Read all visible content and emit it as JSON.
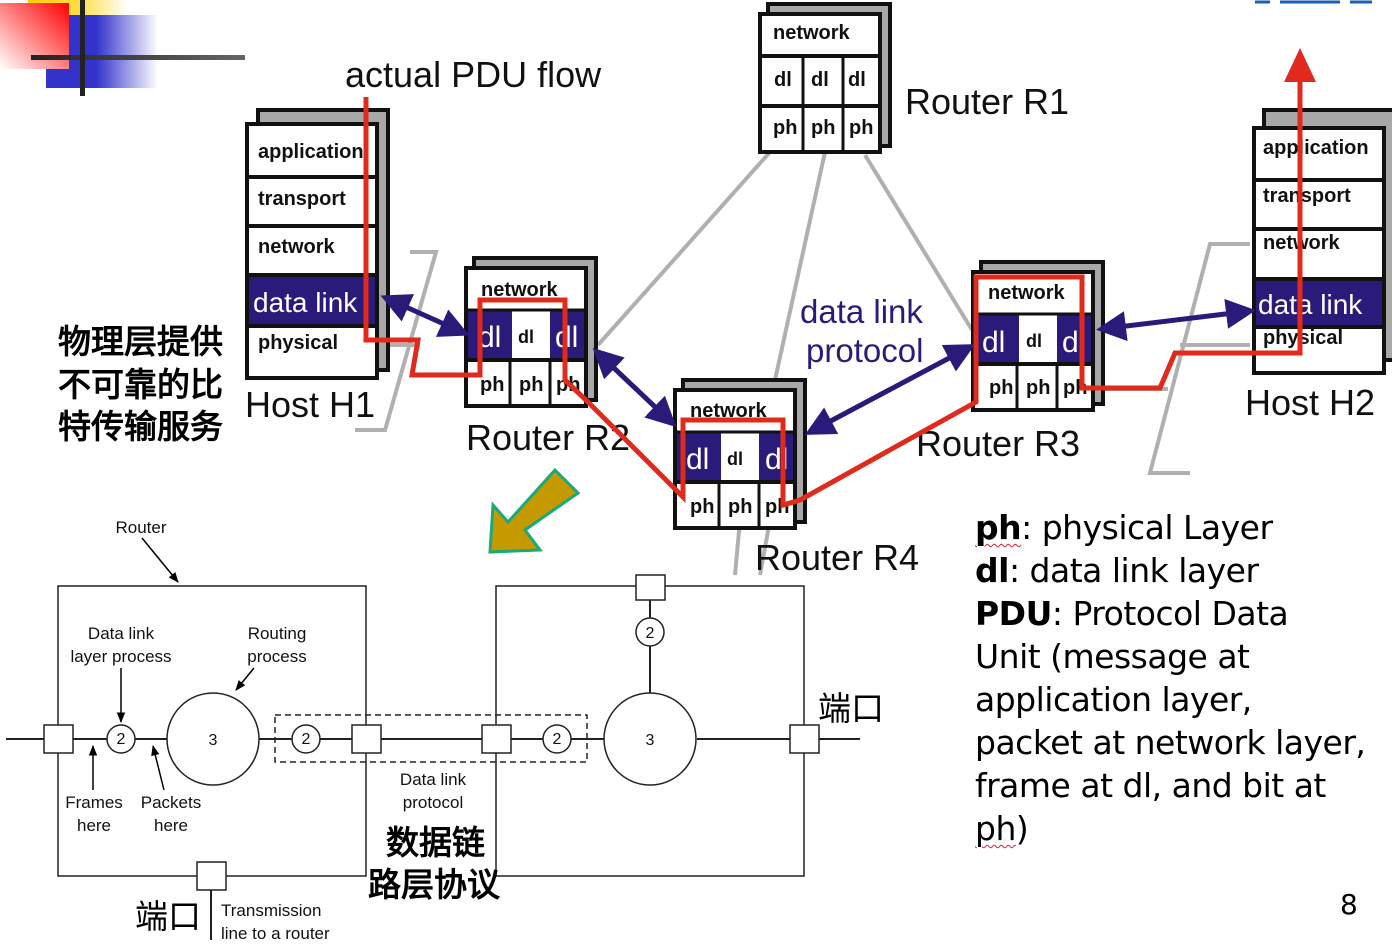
{
  "slide": {
    "page_number": "8",
    "title_annotation": "actual PDU flow",
    "protocol_label_line1": "data link",
    "protocol_label_line2": "protocol",
    "cn_physical_note": [
      "物理层提供",
      "不可靠的比",
      "特传输服务"
    ],
    "cn_dl_protocol_note": [
      "数据链",
      "路层协议"
    ],
    "cn_port": "端口"
  },
  "hosts": [
    {
      "id": "h1",
      "name": "Host H1",
      "layers": [
        "application",
        "transport",
        "network",
        "data link",
        "physical"
      ]
    },
    {
      "id": "h2",
      "name": "Host H2",
      "layers": [
        "application",
        "transport",
        "network",
        "data link",
        "physical"
      ]
    }
  ],
  "routers": [
    {
      "id": "r1",
      "name": "Router R1",
      "network": "network",
      "dl": [
        "dl",
        "dl",
        "dl"
      ],
      "ph": [
        "ph",
        "ph",
        "ph"
      ]
    },
    {
      "id": "r2",
      "name": "Router R2",
      "network": "network",
      "dl": [
        "dl",
        "dl",
        "dl"
      ],
      "ph": [
        "ph",
        "ph",
        "ph"
      ]
    },
    {
      "id": "r3",
      "name": "Router R3",
      "network": "network",
      "dl": [
        "dl",
        "dl",
        "dl"
      ],
      "ph": [
        "ph",
        "ph",
        "ph"
      ]
    },
    {
      "id": "r4",
      "name": "Router R4",
      "network": "network",
      "dl": [
        "dl",
        "dl",
        "dl"
      ],
      "ph": [
        "ph",
        "ph",
        "ph"
      ]
    }
  ],
  "lower_diagram": {
    "router_label": "Router",
    "dl_process_line1": "Data link",
    "dl_process_line2": "layer process",
    "routing_line1": "Routing",
    "routing_line2": "process",
    "frames_line1": "Frames",
    "frames_line2": "here",
    "packets_line1": "Packets",
    "packets_line2": "here",
    "dlp_line1": "Data link",
    "dlp_line2": "protocol",
    "tx_line1": "Transmission",
    "tx_line2": "line to a router",
    "process_small": "2",
    "process_big": "3"
  },
  "legend": {
    "ph_term": "ph",
    "ph_def": ": physical Layer",
    "dl_term": "dl",
    "dl_def": ": data link layer",
    "pdu_term": "PDU",
    "pdu_def": ": Protocol Data",
    "lines": [
      "Unit (message at",
      "application layer,",
      "packet at network layer,",
      "frame at dl, and bit at"
    ],
    "last_term": "ph",
    "last_tail": ")"
  },
  "colors": {
    "flow_red": "#e02a1b",
    "dl_navy": "#2a1a7a",
    "link_gray": "#b0b0b0",
    "arrow_fill": "#c49a00",
    "arrow_stroke": "#1aaa7a"
  }
}
